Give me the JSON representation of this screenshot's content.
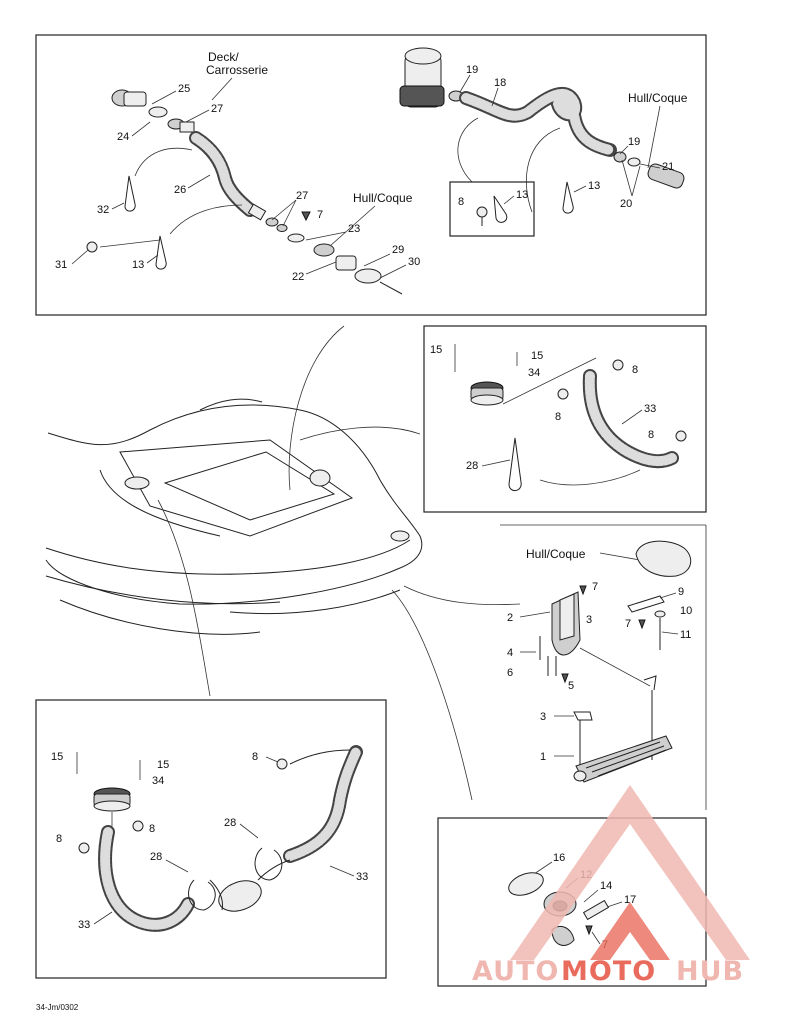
{
  "labels": {
    "deck": "Deck/",
    "carrosserie": "Carrosserie",
    "hull_top": "Hull/Coque",
    "hull_mid": "Hull/Coque",
    "hull_right": "Hull/Coque"
  },
  "callouts": {
    "b1": [
      "25",
      "27",
      "24",
      "26",
      "32",
      "31",
      "13",
      "27",
      "7",
      "23",
      "22",
      "29",
      "30"
    ],
    "b2": [
      "19",
      "18",
      "19",
      "21",
      "20",
      "13",
      "8",
      "13"
    ],
    "b3": [
      "15",
      "15",
      "34",
      "8",
      "8",
      "33",
      "8",
      "28"
    ],
    "b4": [
      "7",
      "2",
      "3",
      "4",
      "6",
      "5",
      "9",
      "10",
      "7",
      "11",
      "3",
      "1"
    ],
    "b5": [
      "8",
      "15",
      "15",
      "34",
      "8",
      "8",
      "28",
      "28",
      "33",
      "33"
    ],
    "b6": [
      "16",
      "12",
      "14",
      "17",
      "7"
    ]
  },
  "footer_code": "34-Jm/0302",
  "watermark": {
    "part1": "AUTO",
    "part2": "MOTO",
    "part3": "HUB",
    "color_main": "#f0b7b0",
    "color_accent": "#e96b5d"
  }
}
